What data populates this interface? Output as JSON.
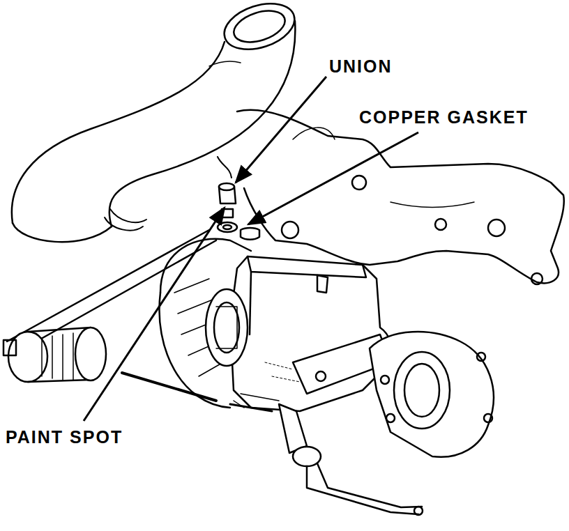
{
  "diagram": {
    "labels": [
      "UNION",
      "COPPER GASKET",
      "PAINT SPOT"
    ]
  }
}
